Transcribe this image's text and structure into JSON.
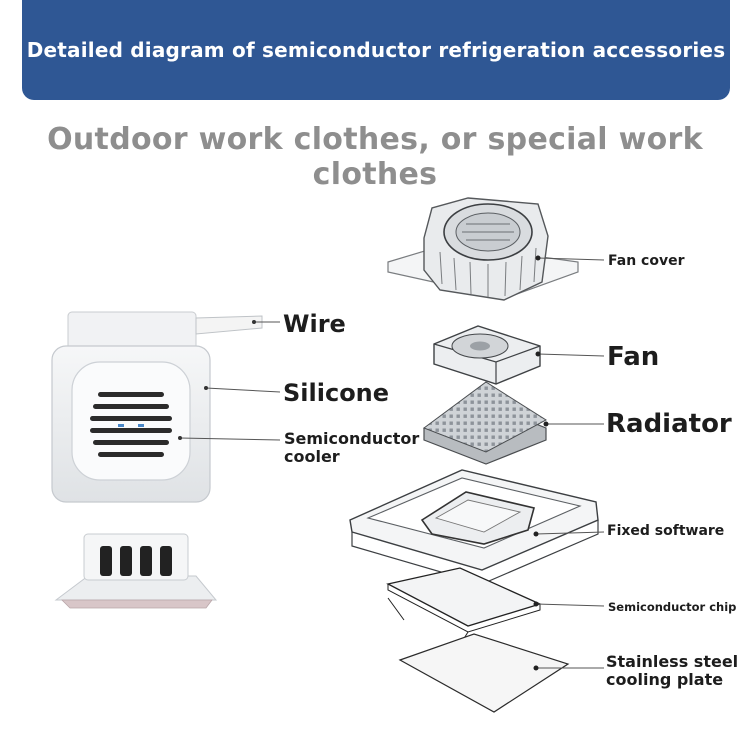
{
  "header": {
    "title": "Detailed diagram of semiconductor refrigeration accessories",
    "subtitle": "Outdoor work clothes, or special work clothes"
  },
  "labels": {
    "wire": "Wire",
    "silicone": "Silicone",
    "semiconductor_cooler_line1": "Semiconductor",
    "semiconductor_cooler_line2": "cooler",
    "fan_cover": "Fan cover",
    "fan": "Fan",
    "radiator": "Radiator",
    "fixed_software": "Fixed software",
    "semiconductor_chip": "Semiconductor chip",
    "stainless_line1": "Stainless steel",
    "stainless_line2": "cooling plate"
  },
  "colors": {
    "banner": "#2f5794",
    "banner_text": "#ffffff",
    "subtitle": "#8e8e8e",
    "label": "#1d1d1d"
  }
}
